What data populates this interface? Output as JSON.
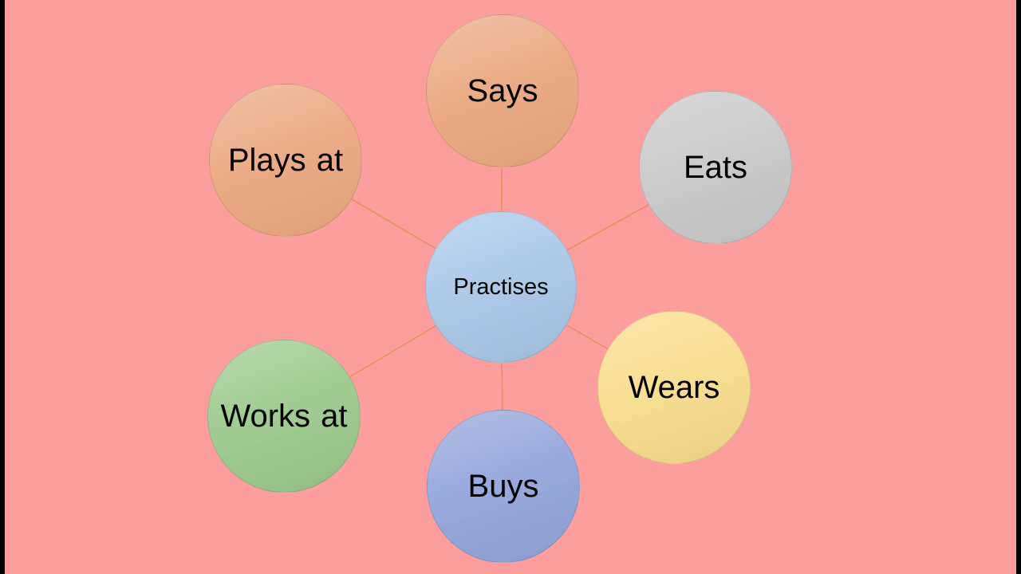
{
  "diagram": {
    "background_color": "#fc9e9e",
    "connector_color": "#ed8c5f",
    "center": {
      "label": "Practises",
      "color": "#a9c7e8"
    },
    "nodes": [
      {
        "label": "Says",
        "color": "#eba881"
      },
      {
        "label": "Eats",
        "color": "#c9c9c9"
      },
      {
        "label": "Wears",
        "color": "#f9dd8d"
      },
      {
        "label": "Buys",
        "color": "#93a5db"
      },
      {
        "label": "Works at",
        "color": "#9cc98c"
      },
      {
        "label": "Plays at",
        "color": "#eba881"
      }
    ]
  }
}
